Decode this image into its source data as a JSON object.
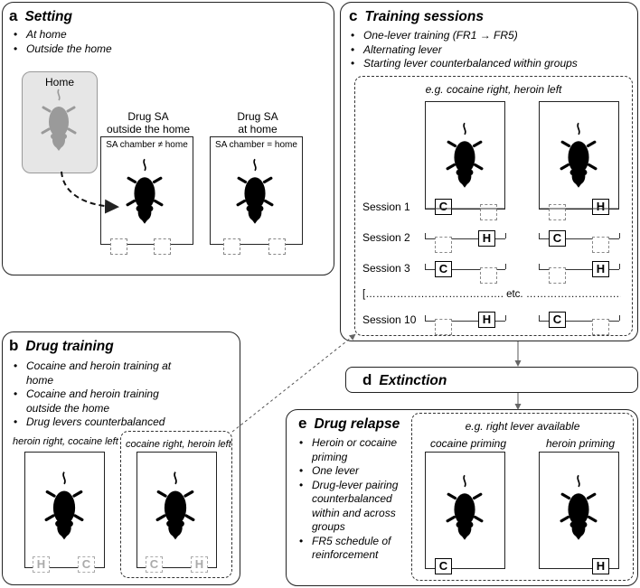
{
  "panel_a": {
    "letter": "a",
    "title": "Setting",
    "bullets": [
      "At home",
      "Outside the home"
    ],
    "home_label": "Home",
    "col1_title": "Drug SA\noutside the home",
    "col2_title": "Drug SA\nat home",
    "chamber1_label": "SA chamber ≠ home",
    "chamber2_label": "SA chamber = home"
  },
  "panel_b": {
    "letter": "b",
    "title": "Drug training",
    "bullets": [
      "Cocaine and heroin training at home",
      "Cocaine and heroin training outside the home",
      "Drug levers counterbalanced"
    ],
    "left_label": "heroin right, cocaine left",
    "right_label": "cocaine right, heroin left",
    "left_levers": [
      "H",
      "C"
    ],
    "right_levers": [
      "C",
      "H"
    ]
  },
  "panel_c": {
    "letter": "c",
    "title": "Training sessions",
    "bullets": [
      "One-lever training (FR1 → FR5)",
      "Alternating lever",
      "Starting lever counterbalanced within groups"
    ],
    "example_label": "e.g. cocaine right, heroin left",
    "sessions": [
      {
        "label": "Session 1",
        "left": "C",
        "right": "H"
      },
      {
        "label": "Session 2",
        "left": "H",
        "right": "C"
      },
      {
        "label": "Session 3",
        "left": "C",
        "right": "H"
      },
      {
        "label": "Session 10",
        "left": "H",
        "right": "C"
      }
    ],
    "etc_line": "[…………………………………. etc. …………………………]"
  },
  "panel_d": {
    "letter": "d",
    "title": "Extinction"
  },
  "panel_e": {
    "letter": "e",
    "title": "Drug relapse",
    "bullets": [
      "Heroin or cocaine priming",
      "One lever",
      "Drug-lever pairing counterbalanced within and across groups",
      "FR5 schedule of reinforcement"
    ],
    "example_label": "e.g. right lever available",
    "left_label": "cocaine priming",
    "right_label": "heroin priming",
    "left_lever": "C",
    "right_lever": "H"
  }
}
